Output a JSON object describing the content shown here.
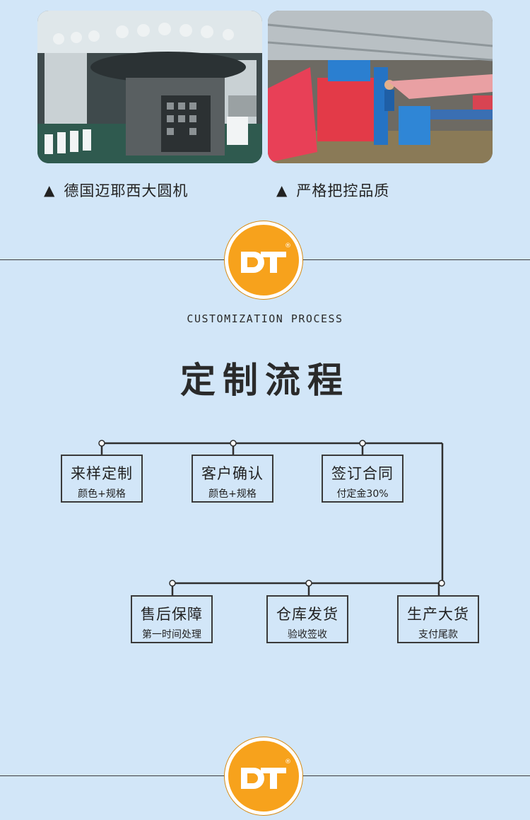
{
  "photos": [
    {
      "caption": "德国迈耶西大圆机",
      "icon": "triangle-icon"
    },
    {
      "caption": "严格把控品质",
      "icon": "triangle-icon"
    }
  ],
  "logo": {
    "text": "DT",
    "mark": "®",
    "color": "#f7a21c"
  },
  "section": {
    "subtitle": "CUSTOMIZATION PROCESS",
    "title": "定制流程"
  },
  "steps": [
    {
      "title": "来样定制",
      "detail": "颜色+规格"
    },
    {
      "title": "客户确认",
      "detail": "颜色+规格"
    },
    {
      "title": "签订合同",
      "detail": "付定金30%"
    },
    {
      "title": "生产大货",
      "detail": "支付尾款"
    },
    {
      "title": "仓库发货",
      "detail": "验收签收"
    },
    {
      "title": "售后保障",
      "detail": "第一时间处理"
    }
  ]
}
